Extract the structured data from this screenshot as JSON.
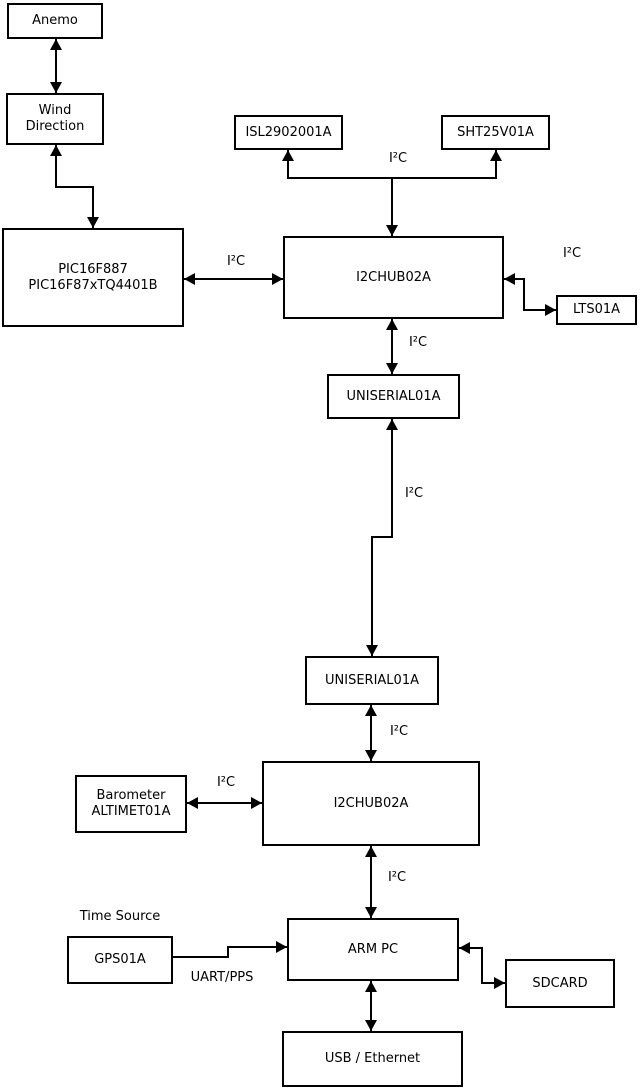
{
  "diagram": {
    "title": "weather-station wiring block diagram",
    "colors": {
      "line": "#000000",
      "background": "#ffffff",
      "text": "#000000"
    },
    "nodes": {
      "anemo": "Anemo",
      "wind_direction": "Wind\nDirection",
      "pic": "PIC16F887\nPIC16F87xTQ4401B",
      "isl": "ISL2902001A",
      "sht": "SHT25V01A",
      "hub1": "I2CHUB02A",
      "lts": "LTS01A",
      "uniserial1": "UNISERIAL01A",
      "uniserial2": "UNISERIAL01A",
      "hub2": "I2CHUB02A",
      "barometer": "Barometer\nALTIMET01A",
      "gps": "GPS01A",
      "arm_pc": "ARM PC",
      "sdcard": "SDCARD",
      "usb_ethernet": "USB / Ethernet"
    },
    "edge_labels": {
      "i2c_sensors": "I²C",
      "i2c_pic_hub": "I²C",
      "i2c_lts": "I²C",
      "i2c_hub1_uniserial1": "I²C",
      "i2c_uniserial_link": "I²C",
      "i2c_uniserial2_hub2": "I²C",
      "i2c_barometer": "I²C",
      "i2c_hub2_armpc": "I²C",
      "time_source": "Time Source",
      "uart_pps": "UART/PPS"
    }
  }
}
